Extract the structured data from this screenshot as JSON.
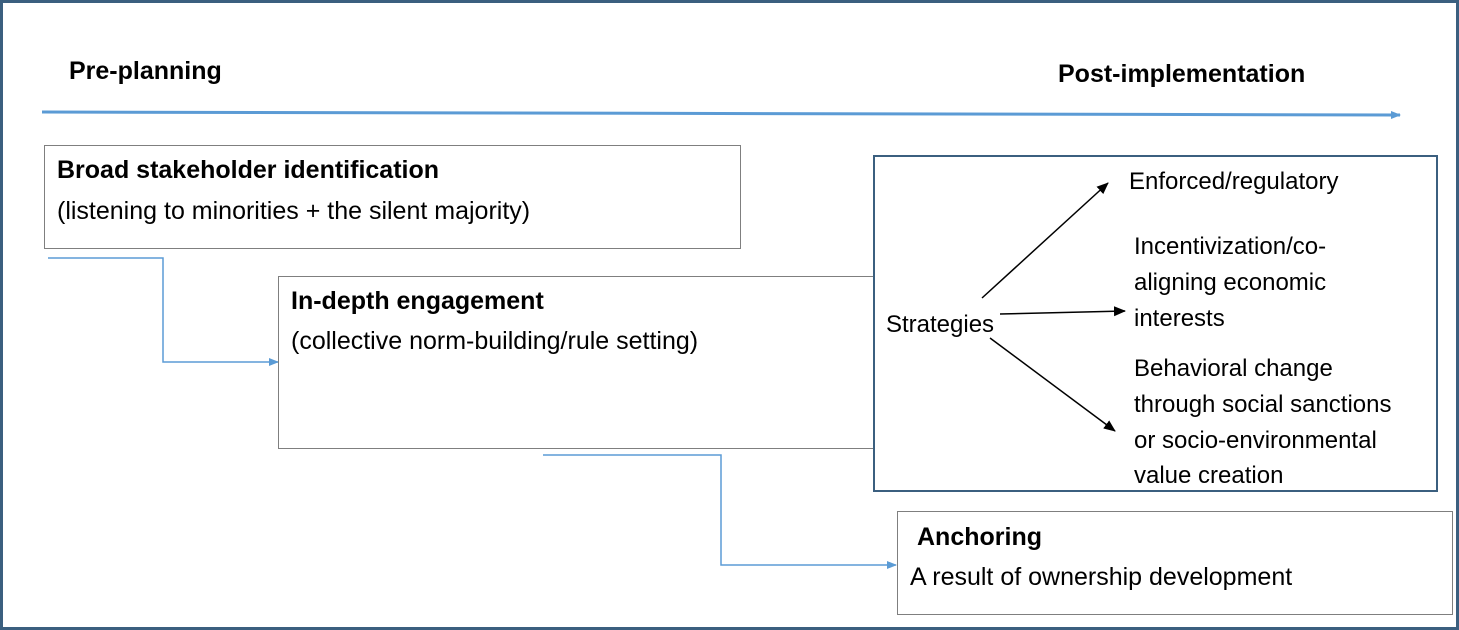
{
  "timeline": {
    "start_label": "Pre-planning",
    "end_label": "Post-implementation",
    "color": "#5b9bd5"
  },
  "stage1": {
    "title": "Broad stakeholder identification",
    "subtitle": "(listening to minorities + the silent majority)"
  },
  "stage2": {
    "title": "In-depth engagement",
    "subtitle": "(collective norm-building/rule setting)"
  },
  "strategies": {
    "label": "Strategies",
    "border_color": "#3b5f7f",
    "items": [
      {
        "lines": [
          "Enforced/regulatory"
        ]
      },
      {
        "lines": [
          "Incentivization/co-",
          "aligning economic",
          "interests"
        ]
      },
      {
        "lines": [
          "Behavioral change",
          "through social sanctions",
          "or socio-environmental",
          "value creation"
        ]
      }
    ]
  },
  "stage3": {
    "title": "Anchoring",
    "subtitle": "A result of ownership development"
  },
  "connector_color": "#5b9bd5"
}
